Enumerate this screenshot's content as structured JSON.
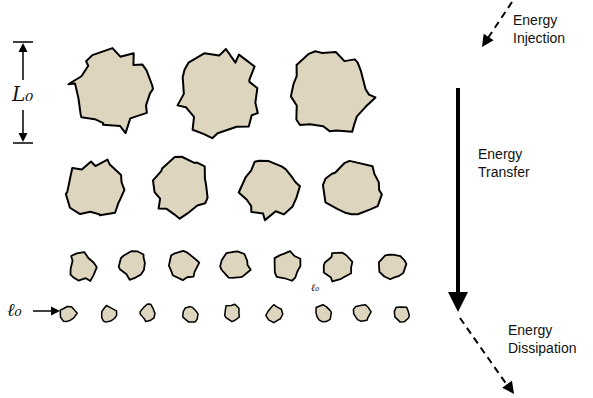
{
  "diagram": {
    "labels": [
      "L₀",
      "Energy Injection",
      "Energy Transfer",
      "ℓ₀",
      "ℓ₀",
      "Energy Dissipation"
    ]
  }
}
